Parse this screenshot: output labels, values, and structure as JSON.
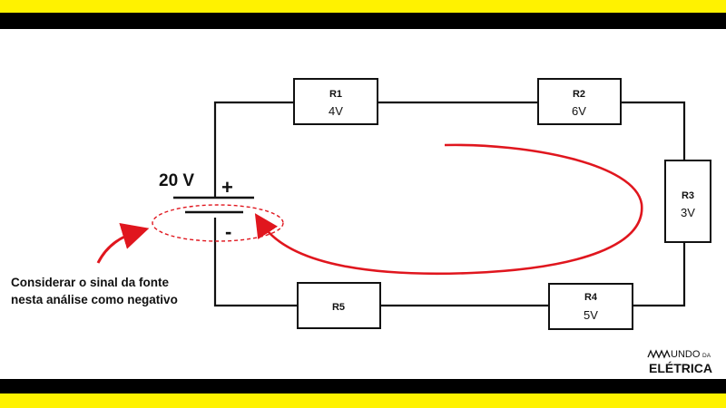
{
  "colors": {
    "band_yellow": "#FFF200",
    "band_black": "#000000",
    "wire": "#111111",
    "arrow_red": "#E0161E"
  },
  "source": {
    "voltage_label": "20 V",
    "plus_sign": "+",
    "minus_sign": "-"
  },
  "resistors": [
    {
      "id": "R1",
      "value": "4V"
    },
    {
      "id": "R2",
      "value": "6V"
    },
    {
      "id": "R3",
      "value": "3V"
    },
    {
      "id": "R4",
      "value": "5V"
    },
    {
      "id": "R5",
      "value": ""
    }
  ],
  "annotation": {
    "line1": "Considerar o sinal da fonte",
    "line2": "nesta análise como negativo"
  },
  "logo": {
    "top": "UNDO",
    "small": "DA",
    "bottom": "ELÉTRICA"
  }
}
